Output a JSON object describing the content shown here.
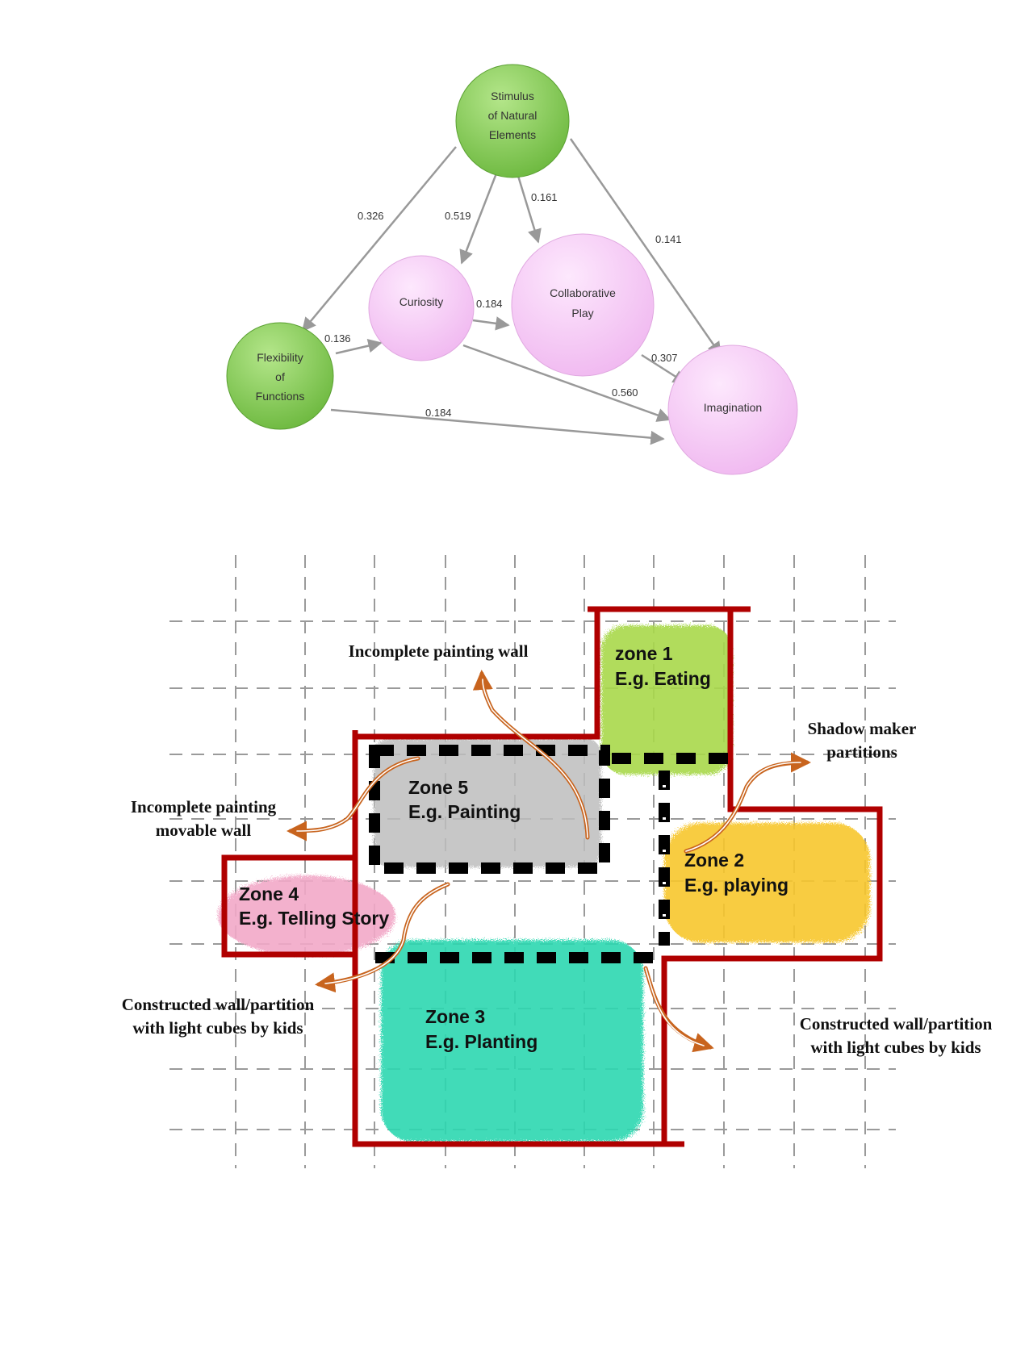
{
  "path_diagram": {
    "nodes": {
      "stimulus": [
        "Stimulus",
        "of Natural",
        "Elements"
      ],
      "curiosity": [
        "Curiosity"
      ],
      "collab": [
        "Collaborative",
        "Play"
      ],
      "flexibility": [
        "Flexibility",
        "of",
        "Functions"
      ],
      "imagination": [
        "Imagination"
      ]
    },
    "edges": {
      "stim_flex": "0.326",
      "stim_cur": "0.519",
      "stim_collab": "0.161",
      "stim_imag": "0.141",
      "cur_collab": "0.184",
      "flex_cur": "0.136",
      "collab_imag": "0.307",
      "cur_imag": "0.560",
      "flex_imag": "0.184"
    },
    "colors": {
      "green": "#7ec850",
      "pink": "#f4c8f4",
      "arrow": "#999999"
    }
  },
  "floor_plan": {
    "zones": {
      "zone1": [
        "zone 1",
        "E.g. Eating"
      ],
      "zone2": [
        "Zone 2",
        "E.g. playing"
      ],
      "zone3": [
        "Zone 3",
        "E.g. Planting"
      ],
      "zone4": [
        "Zone 4",
        "E.g. Telling Story"
      ],
      "zone5": [
        "Zone 5",
        "E.g. Painting"
      ]
    },
    "callouts": {
      "painting_wall": [
        "Incomplete painting wall"
      ],
      "movable_wall": [
        "Incomplete painting",
        "movable wall"
      ],
      "shadow": [
        "Shadow maker",
        "partitions"
      ],
      "constructed_left": [
        "Constructed wall/partition",
        "with light cubes by kids"
      ],
      "constructed_right": [
        "Constructed wall/partition",
        "with light cubes by kids"
      ]
    },
    "colors": {
      "wall": "#b00000",
      "zone1": "#a8d84a",
      "zone2": "#f7c62b",
      "zone3": "#2fd7b0",
      "zone4": "#f2a8c8",
      "zone5": "#bdbdbd",
      "callout_arrow": "#c8641e"
    }
  }
}
